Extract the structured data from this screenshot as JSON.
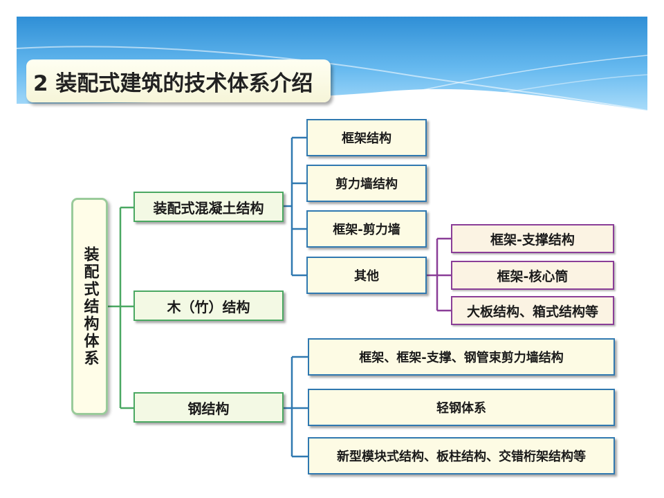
{
  "slide": {
    "title": "2 装配式建筑的技术体系介绍"
  },
  "diagram": {
    "root": "装配式结构体系",
    "level1": {
      "concrete": "装配式混凝土结构",
      "timber": "木（竹）结构",
      "steel": "钢结构"
    },
    "concrete_children": {
      "frame": "框架结构",
      "shear_wall": "剪力墙结构",
      "frame_shear_wall": "框架-剪力墙",
      "other": "其他"
    },
    "other_children": {
      "frame_brace": "框架-支撑结构",
      "frame_core": "框架-核心筒",
      "large_panel": "大板结构、箱式结构等"
    },
    "steel_children": {
      "frame_types": "框架、框架-支撑、钢管束剪力墙结构",
      "light_steel": "轻钢体系",
      "new_types": "新型模块式结构、板柱结构、交错桁架结构等"
    },
    "colors": {
      "green_line": "#4aa862",
      "blue_line": "#2f78b0",
      "purple_line": "#8a3d97"
    }
  }
}
